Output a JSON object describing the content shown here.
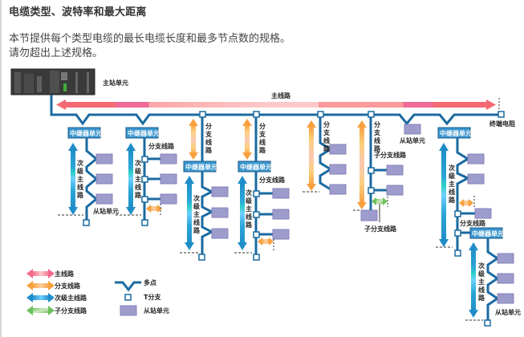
{
  "title": "电缆类型、波特率和最大距离",
  "description": {
    "line1": "本节提供每个类型电缆的最长电缆长度和最多节点数的规格。",
    "line2": "请勿超出上述规格。"
  },
  "diagram": {
    "master_unit_label": "主站单元",
    "trunk_line_label": "主线路",
    "terminator_label": "终端电阻",
    "repeater_label": "中继器单元",
    "branch_line_label": "分支线路",
    "sub_trunk_label": "次级主线路",
    "sub_branch_label": "子分支线路",
    "slave_unit_label": "从站单元",
    "colors": {
      "trunk_line": "#1a6aa0",
      "repeater_fill": "#3a96cf",
      "slave_fill": "#9e9ccc",
      "main_arrow": "#f46a72",
      "branch_arrow": "#f7a040",
      "sub_trunk_arrow": "#1f9bd6",
      "sub_branch_arrow": "#7ec86e"
    }
  },
  "legend": {
    "items_left": [
      {
        "icon": "main-line-arrow",
        "label": "主线路"
      },
      {
        "icon": "branch-line-arrow",
        "label": "分支线路"
      },
      {
        "icon": "sub-trunk-arrow",
        "label": "次级主线路"
      },
      {
        "icon": "sub-branch-arrow",
        "label": "子分支线路"
      }
    ],
    "items_right": [
      {
        "icon": "multidrop-icon",
        "label": "多点"
      },
      {
        "icon": "t-branch-icon",
        "label": "T分支"
      },
      {
        "icon": "slave-unit-icon",
        "label": "从站单元"
      }
    ]
  }
}
